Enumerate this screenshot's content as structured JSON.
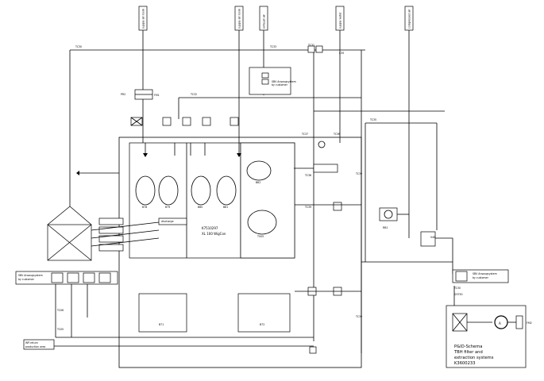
{
  "supply": {
    "s1": "supply air room",
    "s2": "supply air room",
    "s3": "exhaust air",
    "s4": "supply water",
    "s5": "compressed air"
  },
  "machine": {
    "line1": "K7510297",
    "line2": "XL 100 WigCon"
  },
  "titleblock": {
    "line1": "P&ID-Schema",
    "line2": "TBH filter and",
    "line3": "extraction systems",
    "line4": "K3600233"
  },
  "tags": {
    "customer_label": "SBV Ansaugsystem\nby customer",
    "return_label": "WP-return\nproduction area",
    "discharge": "discharge",
    "tc": "TC",
    "fm1": "FM1",
    "fm2": "FM2",
    "sv": "SV1"
  },
  "colors": {
    "line": "#000000",
    "bg": "#ffffff"
  }
}
